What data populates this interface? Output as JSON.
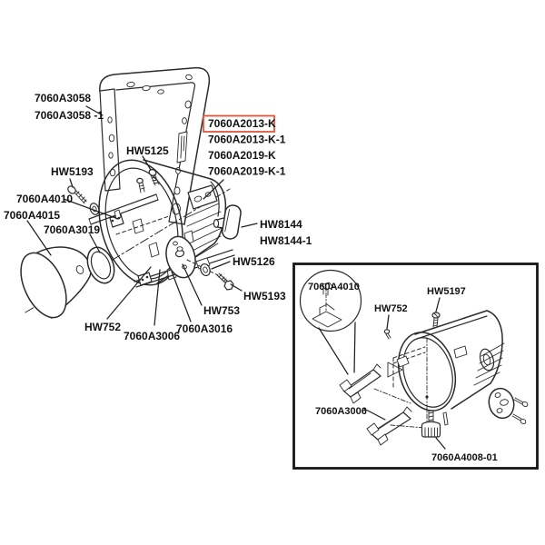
{
  "diagram_type": "exploded-parts-diagram",
  "colors": {
    "background": "#ffffff",
    "line": "#2b2b2b",
    "text": "#121212",
    "highlight_box": "#e0563c",
    "inset_border": "#161616"
  },
  "main": {
    "labels": {
      "yoke_a": "7060A3058",
      "yoke_b": "7060A3058 -1",
      "hw5125": "HW5125",
      "hw5193_left": "HW5193",
      "a4010": "7060A4010",
      "a4015": "7060A4015",
      "a3019": "7060A3019",
      "hw8144": "HW8144",
      "hw8144_1": "HW8144-1",
      "hw5126": "HW5126",
      "hw5193_right": "HW5193",
      "hw753": "HW753",
      "hw752": "HW752",
      "a3006": "7060A3006",
      "a3016": "7060A3016"
    },
    "part_list": {
      "highlighted": "7060A2013-K",
      "items": [
        "7060A2013-K",
        "7060A2013-K-1",
        "7060A2019-K",
        "7060A2019-K-1"
      ]
    }
  },
  "inset": {
    "labels": {
      "a4010": "7060A4010",
      "hw752": "HW752",
      "hw5197": "HW5197",
      "a3006": "7060A3006",
      "a4008": "7060A4008-01"
    }
  }
}
